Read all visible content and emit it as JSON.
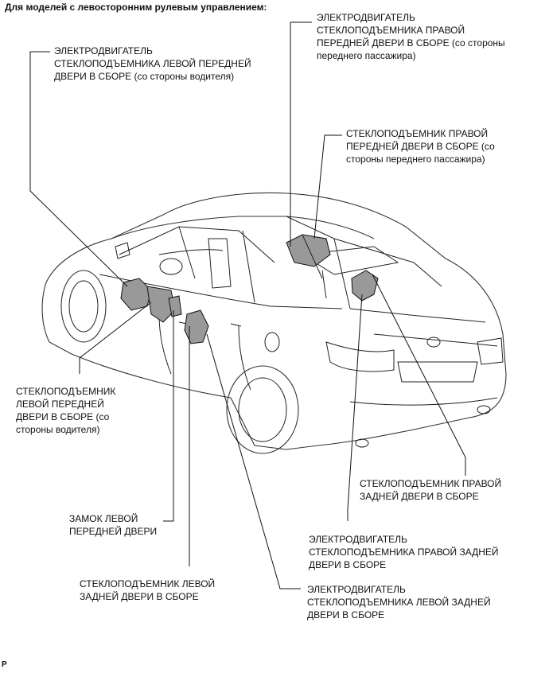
{
  "heading": "Для моделей с левосторонним рулевым управлением:",
  "labels": {
    "lf_motor": "ЭЛЕКТРОДВИГАТЕЛЬ\nСТЕКЛОПОДЪЕМНИКА ЛЕВОЙ ПЕРЕДНЕЙ\nДВЕРИ В СБОРЕ (со стороны водителя)",
    "rf_motor": "ЭЛЕКТРОДВИГАТЕЛЬ\nСТЕКЛОПОДЪЕМНИКА ПРАВОЙ\nПЕРЕДНЕЙ ДВЕРИ В СБОРЕ (со стороны\nпереднего пассажира)",
    "rf_regulator": "СТЕКЛОПОДЪЕМНИК ПРАВОЙ\nПЕРЕДНЕЙ ДВЕРИ В СБОРЕ (со\nстороны переднего пассажира)",
    "lf_regulator": "СТЕКЛОПОДЪЕМНИК\nЛЕВОЙ ПЕРЕДНЕЙ\nДВЕРИ В СБОРЕ (со\nстороны водителя)",
    "rr_regulator": "СТЕКЛОПОДЪЕМНИК ПРАВОЙ\nЗАДНЕЙ ДВЕРИ В СБОРЕ",
    "lf_lock": "ЗАМОК ЛЕВОЙ\nПЕРЕДНЕЙ ДВЕРИ",
    "rr_motor": "ЭЛЕКТРОДВИГАТЕЛЬ\nСТЕКЛОПОДЪЕМНИКА ПРАВОЙ ЗАДНЕЙ\nДВЕРИ В СБОРЕ",
    "lr_regulator": "СТЕКЛОПОДЪЕМНИК ЛЕВОЙ\nЗАДНЕЙ ДВЕРИ В СБОРЕ",
    "lr_motor": "ЭЛЕКТРОДВИГАТЕЛЬ\nСТЕКЛОПОДЪЕМНИКА ЛЕВОЙ ЗАДНЕЙ\nДВЕРИ В СБОРЕ"
  },
  "footer_code": "P"
}
